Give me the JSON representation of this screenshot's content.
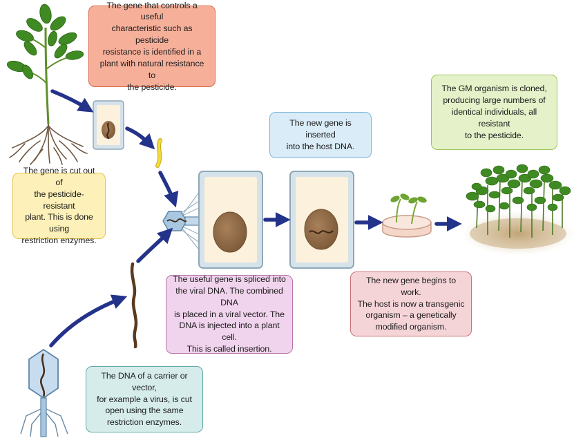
{
  "steps": {
    "identify": [
      "The gene that controls a useful",
      "characteristic such as pesticide",
      "resistance is identified in a",
      "plant with natural resistance to",
      "the pesticide."
    ],
    "cut_out": [
      "The gene is cut out of",
      "the pesticide-resistant",
      "plant. This is done using",
      "restriction enzymes."
    ],
    "inserted": [
      "The new gene is inserted",
      "into the host DNA."
    ],
    "cloned": [
      "The GM organism is cloned,",
      "producing large numbers of",
      "identical individuals, all resistant",
      "to the pesticide."
    ],
    "spliced": [
      "The useful gene is spliced into",
      "the viral DNA. The combined DNA",
      "is placed in a viral vector. The",
      "DNA is injected into a plant cell.",
      "This is called insertion."
    ],
    "works": [
      "The new gene begins to work.",
      "The host is now a transgenic",
      "organism – a genetically",
      "modified organism."
    ],
    "vector": [
      "The DNA of a carrier or vector,",
      "for example a virus, is cut",
      "open using the same",
      "restriction enzymes."
    ]
  },
  "colors": {
    "arrow": "#24338a",
    "cell_wall": "#8fa8b6",
    "cell_fill": "#fbf1dc",
    "nucleus": "#8f6a47",
    "dna_strand": "#5a3a1e",
    "gene_fragment": "#f2dc3a",
    "leaf": "#3f8a22",
    "root": "#6e5842",
    "soil": "#cbb48e"
  },
  "icons": [
    "resistant-plant-icon",
    "plant-cell-icon",
    "gene-fragment-icon",
    "virus-icon",
    "viral-dna-strand-icon",
    "vector-icon",
    "host-cell-icon",
    "transgenic-cell-icon",
    "petri-dish-icon",
    "gm-crop-field-icon"
  ]
}
